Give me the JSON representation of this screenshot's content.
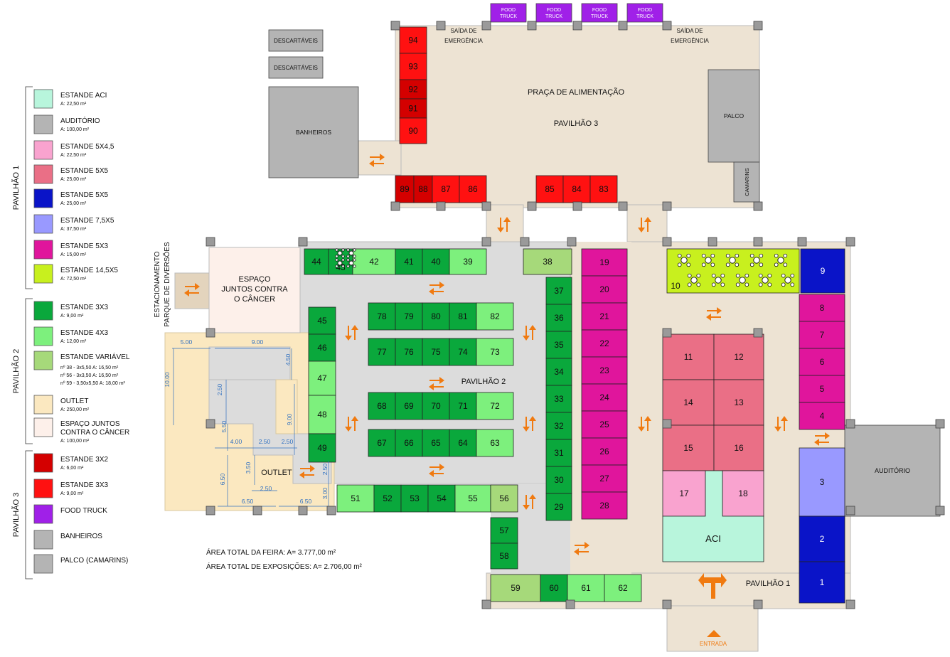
{
  "legend": {
    "groups": [
      {
        "label": "PAVILHÃO 1",
        "items": [
          {
            "name": "ESTANDE ACI",
            "area": "A: 22,50 m²",
            "color": "#b8f5dc"
          },
          {
            "name": "AUDITÓRIO",
            "area": "A: 100,00 m²",
            "color": "#b4b4b4"
          },
          {
            "name": "ESTANDE 5X4,5",
            "area": "A: 22,50 m²",
            "color": "#f9a3cf"
          },
          {
            "name": "ESTANDE 5X5",
            "area": "A: 25,00 m²",
            "color": "#ea6f86"
          },
          {
            "name": "ESTANDE 5X5",
            "area": "A: 25,00 m²",
            "color": "#0a14c8"
          },
          {
            "name": "ESTANDE 7,5X5",
            "area": "A: 37,50 m²",
            "color": "#9999ff"
          },
          {
            "name": "ESTANDE 5X3",
            "area": "A: 15,00 m²",
            "color": "#e0159c"
          },
          {
            "name": "ESTANDE 14,5X5",
            "area": "A: 72,50 m²",
            "color": "#c8f01e"
          }
        ]
      },
      {
        "label": "PAVILHÃO 2",
        "items": [
          {
            "name": "ESTANDE 3X3",
            "area": "A: 9,00 m²",
            "color": "#0aa83c"
          },
          {
            "name": "ESTANDE 4X3",
            "area": "A: 12,00 m²",
            "color": "#7df07d"
          },
          {
            "name": "ESTANDE VARIÁVEL",
            "area": "",
            "color": "#a6d97a",
            "lines": [
              "nº 38 - 3x5,50  A: 16,50 m²",
              "nº 56 - 3x3,50  A: 16,50 m²",
              "nº 59 - 3,50x5,50  A: 18,00 m²"
            ]
          },
          {
            "name": "OUTLET",
            "area": "A: 250,00 m²",
            "color": "#fbe8c0"
          },
          {
            "name": "ESPAÇO JUNTOS",
            "name2": "CONTRA O CÂNCER",
            "area": "A: 100,00 m²",
            "color": "#fdf0ea"
          }
        ]
      },
      {
        "label": "PAVILHÃO 3",
        "items": [
          {
            "name": "ESTANDE 3X2",
            "area": "A: 6,00 m²",
            "color": "#d40000"
          },
          {
            "name": "ESTANDE 3X3",
            "area": "A: 9,00 m²",
            "color": "#ff1111"
          },
          {
            "name": "FOOD TRUCK",
            "area": "",
            "color": "#a020e8"
          },
          {
            "name": "BANHEIROS",
            "area": "",
            "color": "#b4b4b4"
          },
          {
            "name": "PALCO (CAMARINS)",
            "area": "",
            "color": "#b4b4b4"
          }
        ]
      }
    ]
  },
  "labels": {
    "praca": "PRAÇA DE ALIMENTAÇÃO",
    "pav3": "PAVILHÃO 3",
    "pav2": "PAVILHÃO 2",
    "pav1": "PAVILHÃO 1",
    "palco": "PALCO",
    "camarins": "CAMARINS",
    "banheiros": "BANHEIROS",
    "descartaveis": "DESCARTÁVEIS",
    "saida": "SAÍDA DE",
    "emergencia": "EMERGÊNCIA",
    "food": "FOOD",
    "truck": "TRUCK",
    "espaco1": "ESPAÇO",
    "espaco2": "JUNTOS CONTRA",
    "espaco3": "O CÂNCER",
    "estac1": "ESTACIONAMENTO",
    "estac2": "PARQUE DE DIVERSÕES",
    "outlet": "OUTLET",
    "auditorio": "AUDITÓRIO",
    "aci": "ACI",
    "entrada": "ENTRADA",
    "area_feira": "ÁREA TOTAL DA FEIRA:  A= 3.777,00 m²",
    "area_expo": "ÁREA TOTAL DE EXPOSIÇÕES:  A= 2.706,00 m²"
  },
  "dims": [
    "5.00",
    "9.00",
    "10.00",
    "4.50",
    "2.50",
    "5.50",
    "9.00",
    "4.00",
    "2.50",
    "2.50",
    "3.50",
    "2.50",
    "6.50",
    "6.50",
    "6.50",
    "2.50",
    "3.00"
  ],
  "stands": {
    "p3": [
      "94",
      "93",
      "92",
      "91",
      "90",
      "89",
      "88",
      "87",
      "86",
      "85",
      "84",
      "83"
    ],
    "p2": [
      "44",
      "43",
      "42",
      "41",
      "40",
      "39",
      "38",
      "37",
      "36",
      "35",
      "34",
      "33",
      "32",
      "31",
      "30",
      "29",
      "45",
      "46",
      "47",
      "48",
      "49",
      "78",
      "79",
      "80",
      "81",
      "82",
      "77",
      "76",
      "75",
      "74",
      "73",
      "68",
      "69",
      "70",
      "71",
      "72",
      "67",
      "66",
      "65",
      "64",
      "63",
      "51",
      "52",
      "53",
      "54",
      "55",
      "56",
      "57",
      "58",
      "59",
      "60",
      "61",
      "62"
    ],
    "p1": [
      "19",
      "20",
      "21",
      "22",
      "23",
      "24",
      "25",
      "26",
      "27",
      "28",
      "10",
      "9",
      "8",
      "7",
      "6",
      "5",
      "4",
      "3",
      "2",
      "1",
      "11",
      "12",
      "14",
      "13",
      "15",
      "16",
      "17",
      "18"
    ]
  }
}
